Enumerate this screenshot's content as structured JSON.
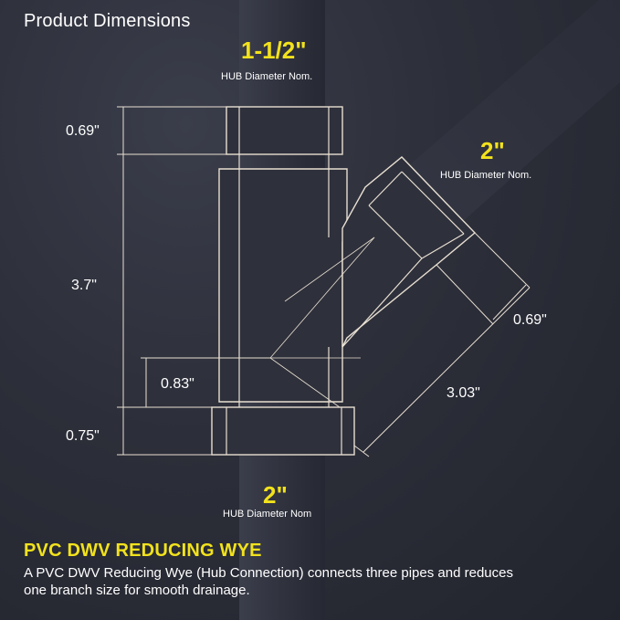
{
  "header": {
    "title": "Product Dimensions"
  },
  "hubs": {
    "top": {
      "size": "1-1/2\"",
      "caption": "HUB Diameter Nom."
    },
    "branch": {
      "size": "2\"",
      "caption": "HUB Diameter Nom."
    },
    "bottom": {
      "size": "2\"",
      "caption": "HUB Diameter Nom"
    }
  },
  "dimensions": {
    "top_hub_depth": "0.69\"",
    "body_length": "3.7\"",
    "branch_offset": "0.83\"",
    "bottom_hub_depth": "0.75\"",
    "branch_hub_depth": "0.69\"",
    "branch_length": "3.03\""
  },
  "product": {
    "name": "PVC DWV REDUCING WYE",
    "description": "A PVC DWV Reducing Wye (Hub Connection) connects three pipes and reduces one branch size for smooth drainage."
  },
  "colors": {
    "accent": "#f2e21c",
    "background": "#2a2c37",
    "pipe": "#2e303b",
    "outline": "#f0e6d8"
  }
}
